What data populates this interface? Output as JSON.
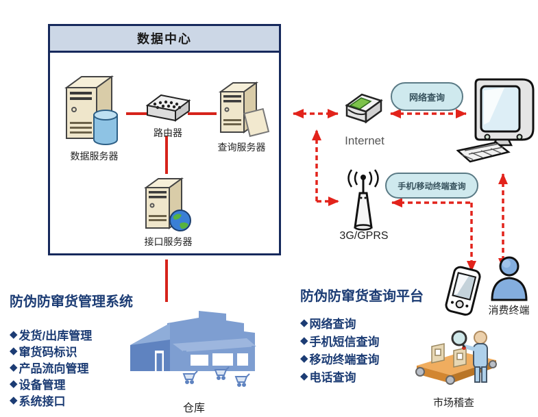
{
  "bullet": "◆",
  "data_center": {
    "title": "数据中心",
    "data_server": "数据服务器",
    "router": "路由器",
    "query_server": "查询服务器",
    "interface_server": "接口服务器"
  },
  "platform_nodes": {
    "internet": "Internet",
    "gprs": "3G/GPRS",
    "web_query_bubble": "网络查询",
    "mobile_query_bubble": "手机/移动终端查询",
    "consumer": "消费终端",
    "warehouse": "仓库",
    "inspection": "市场稽查"
  },
  "management_system": {
    "title": "防伪防窜货管理系统",
    "items": [
      "发货/出库管理",
      "窜货码标识",
      "产品流向管理",
      "设备管理",
      "系统接口"
    ]
  },
  "query_platform": {
    "title": "防伪防窜货查询平台",
    "items": [
      "网络查询",
      "手机短信查询",
      "移动终端查询",
      "电话查询"
    ]
  },
  "colors": {
    "accent_red": "#d8231b",
    "navy": "#1c3c74",
    "bubble_fill": "#cfe9ee",
    "header_fill": "#ccd7e6",
    "box_border": "#16295c"
  }
}
